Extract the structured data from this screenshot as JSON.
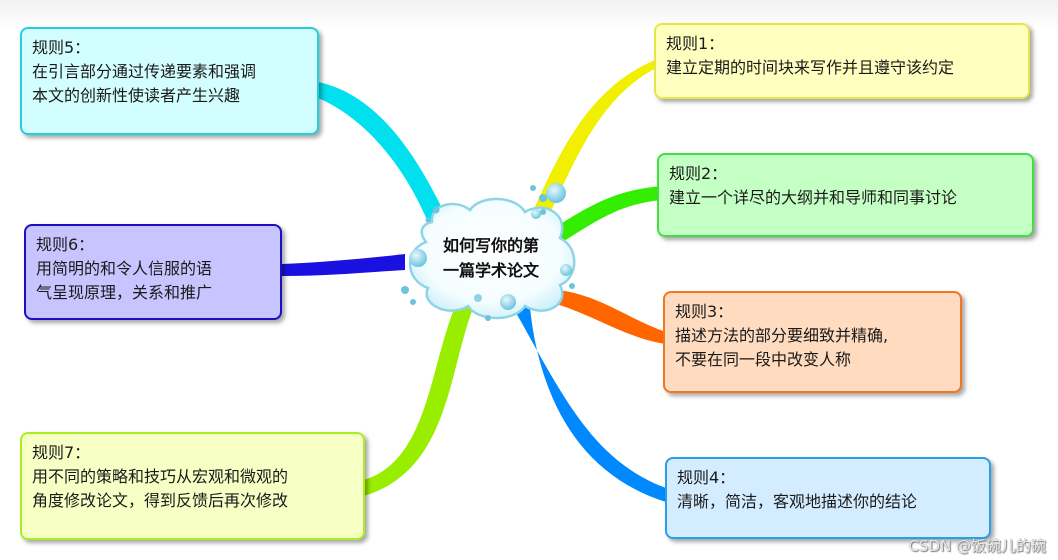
{
  "center": {
    "line1": "如何写你的第",
    "line2": "一篇学术论文"
  },
  "rules": [
    {
      "title": "规则1：",
      "lines": [
        "建立定期的时间块来写作并且遵守该约定"
      ],
      "fill": "#ffffc0",
      "border": "#e6e64a",
      "branch": "#f0f000"
    },
    {
      "title": "规则2：",
      "lines": [
        "建立一个详尽的大纲并和导师和同事讨论"
      ],
      "fill": "#c4ffc4",
      "border": "#44dd44",
      "branch": "#33ee00"
    },
    {
      "title": "规则3：",
      "lines": [
        "描述方法的部分要细致并精确,",
        "不要在同一段中改变人称"
      ],
      "fill": "#ffdcc0",
      "border": "#f07820",
      "branch": "#ff6600"
    },
    {
      "title": "规则4：",
      "lines": [
        "清晰，简洁，客观地描述你的结论"
      ],
      "fill": "#d4ecff",
      "border": "#2a9ee6",
      "branch": "#0088ff"
    },
    {
      "title": "规则5：",
      "lines": [
        "在引言部分通过传递要素和强调",
        "本文的创新性使读者产生兴趣"
      ],
      "fill": "#d2feff",
      "border": "#20d0e0",
      "branch": "#00e0ee"
    },
    {
      "title": "规则6：",
      "lines": [
        "用简明的和令人信服的语",
        "气呈现原理，关系和推广"
      ],
      "fill": "#c8c4ff",
      "border": "#1c10c0",
      "branch": "#1a10e0"
    },
    {
      "title": "规则7：",
      "lines": [
        "用不同的策略和技巧从宏观和微观的",
        "角度修改论文，得到反馈后再次修改"
      ],
      "fill": "#f6ffc4",
      "border": "#aaee22",
      "branch": "#99ee00"
    }
  ],
  "watermark": "CSDN @饭碗儿的碗"
}
